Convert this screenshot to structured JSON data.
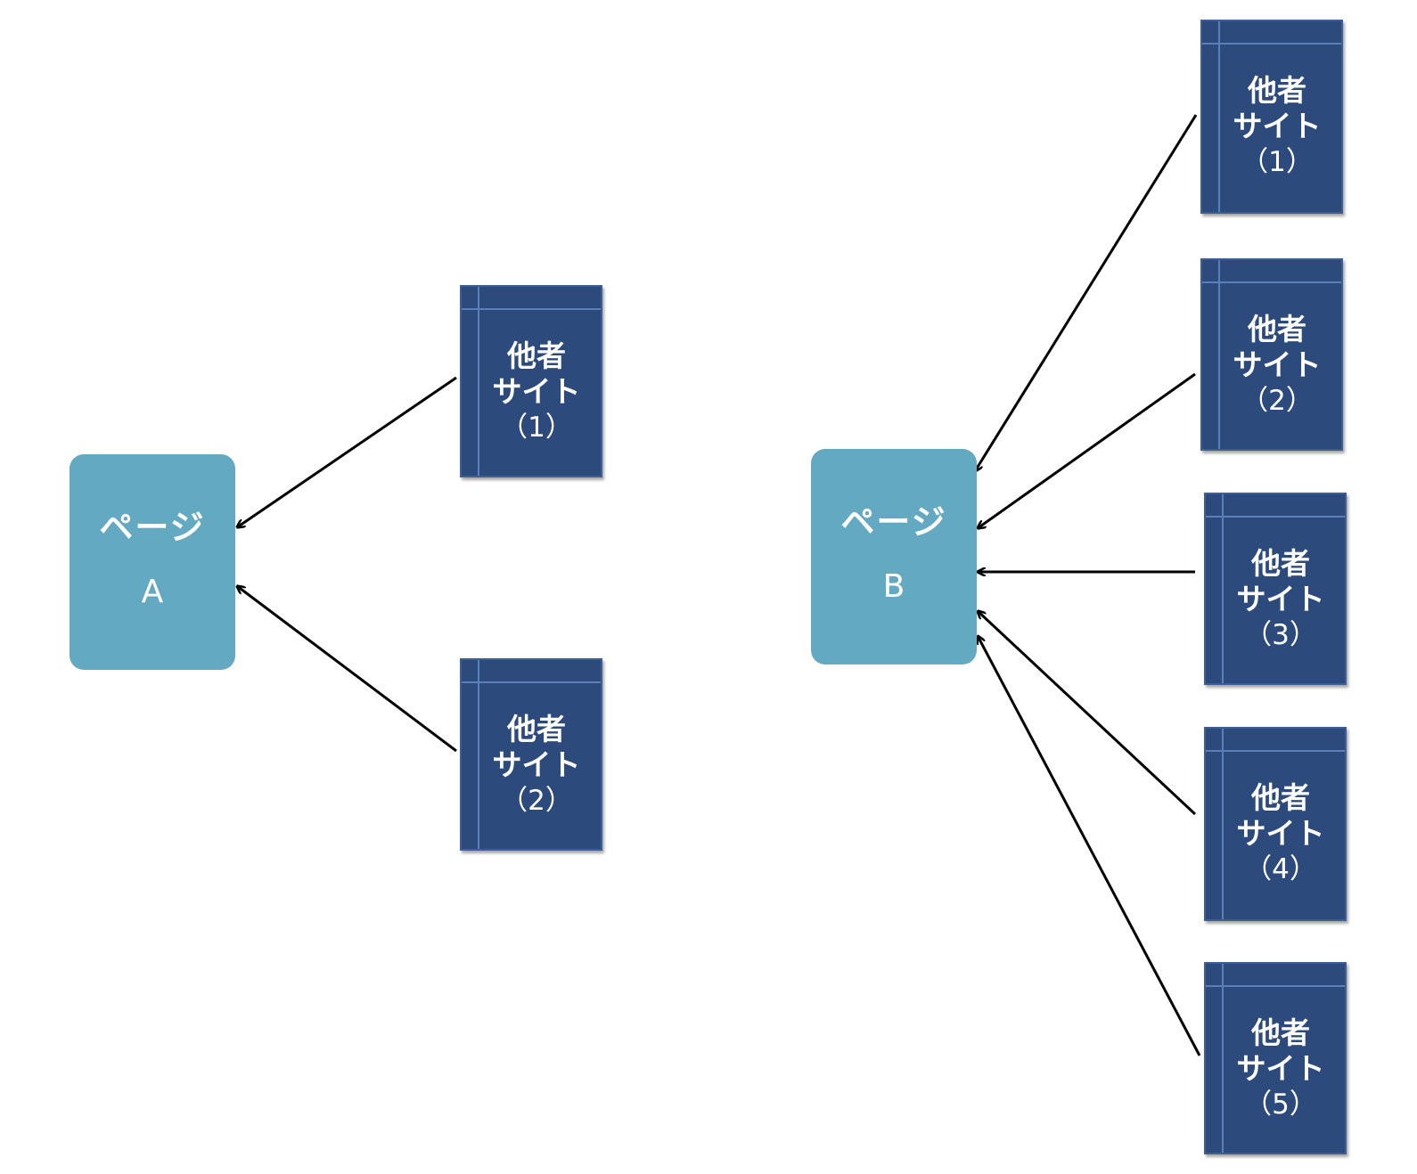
{
  "pages": [
    {
      "label": "ページ",
      "letter": "A"
    },
    {
      "label": "ページ",
      "letter": "B"
    }
  ],
  "sites_a": [
    {
      "line1": "他者",
      "line2": "サイト",
      "num": "（1）"
    },
    {
      "line1": "他者",
      "line2": "サイト",
      "num": "（2）"
    }
  ],
  "sites_b": [
    {
      "line1": "他者",
      "line2": "サイト",
      "num": "（1）"
    },
    {
      "line1": "他者",
      "line2": "サイト",
      "num": "（2）"
    },
    {
      "line1": "他者",
      "line2": "サイト",
      "num": "（3）"
    },
    {
      "line1": "他者",
      "line2": "サイト",
      "num": "（4）"
    },
    {
      "line1": "他者",
      "line2": "サイト",
      "num": "（5）"
    }
  ],
  "links": [
    {
      "from": "sites_a.0",
      "to": "page-a"
    },
    {
      "from": "sites_a.1",
      "to": "page-a"
    },
    {
      "from": "sites_b.0",
      "to": "page-b"
    },
    {
      "from": "sites_b.1",
      "to": "page-b"
    },
    {
      "from": "sites_b.2",
      "to": "page-b"
    },
    {
      "from": "sites_b.3",
      "to": "page-b"
    },
    {
      "from": "sites_b.4",
      "to": "page-b"
    }
  ],
  "colors": {
    "page_fill": "#64a9c2",
    "site_fill": "#2c4a7c",
    "arrow": "#000000"
  }
}
